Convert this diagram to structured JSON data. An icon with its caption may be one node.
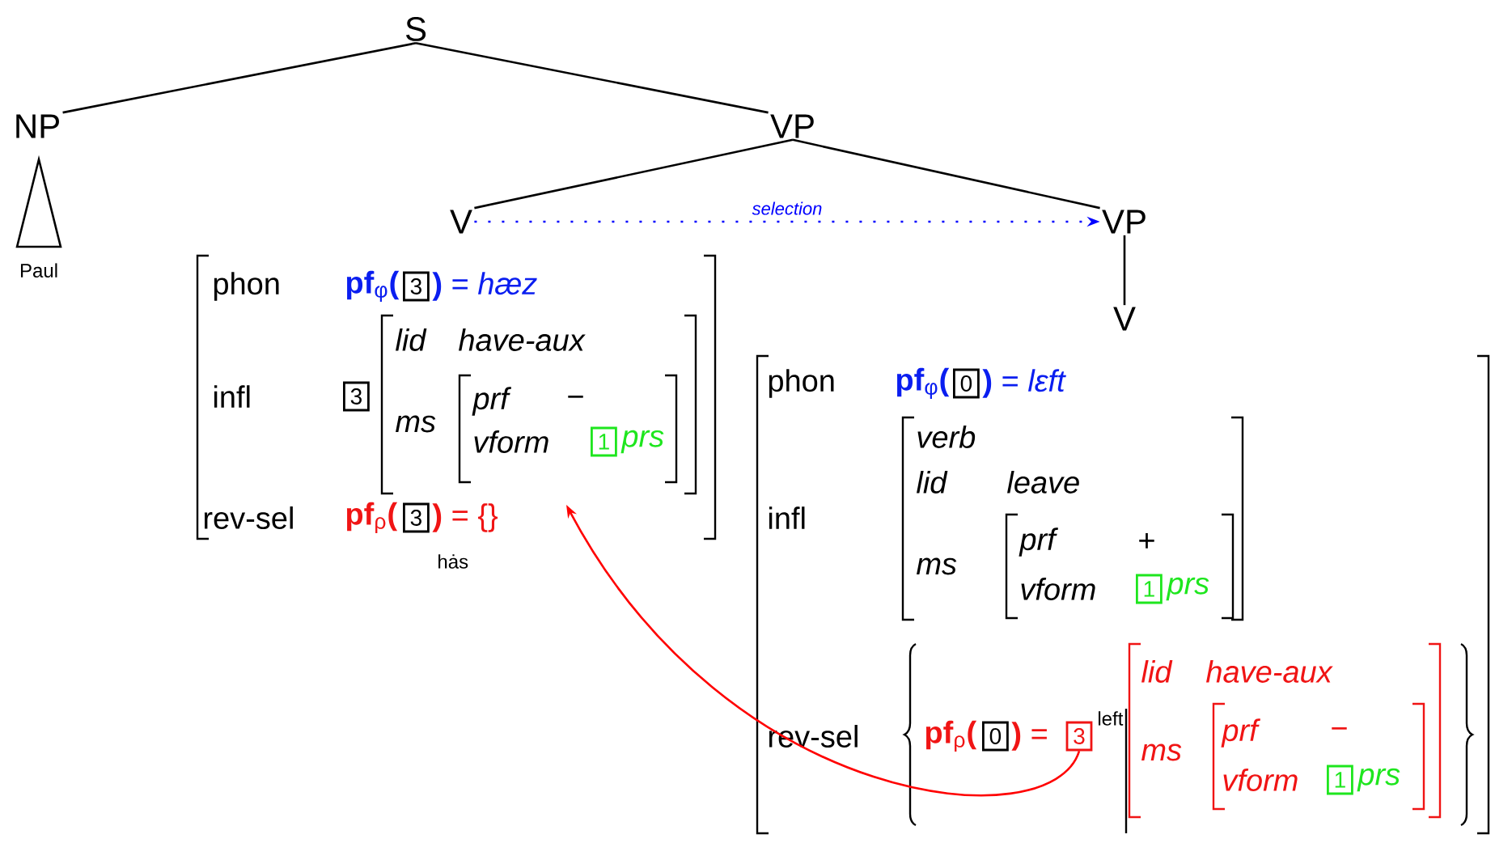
{
  "diagram": {
    "nodes": [
      {
        "text": [
          "S"
        ]
      },
      {
        "text": [
          "NP"
        ]
      },
      {
        "text": [
          "VP"
        ]
      },
      {
        "text": [],
        "shape": "triangle",
        "beside": [
          "Paul"
        ]
      },
      {
        "text": [
          "V"
        ]
      },
      {
        "text": [
          "VP"
        ]
      },
      {
        "text": [
          "V"
        ]
      },
      {
        "text": [
          "3"
        ]
      }
    ],
    "edges": [
      {
        "from": 0,
        "to": 1,
        "arrow": "none"
      },
      {
        "from": 0,
        "to": 2,
        "arrow": "none"
      },
      {
        "from": 2,
        "to": 4,
        "arrow": "none"
      },
      {
        "from": 2,
        "to": 5,
        "arrow": "none"
      },
      {
        "from": 5,
        "to": 6,
        "arrow": "none"
      },
      {
        "from": 4,
        "to": 5,
        "arrow": "to",
        "label": "selection",
        "style": "dashed",
        "color": "#0000ff"
      },
      {
        "from": 7,
        "to": null,
        "arrow": "to",
        "color": "#ff0000"
      }
    ],
    "labels": [
      "phon",
      "**pf**$_{φ}$**(**",
      "3",
      "**)** = *hæz*",
      "infl",
      "3",
      "lid",
      "have-aux",
      "ms",
      "prf",
      "−",
      "vform",
      "1",
      "prs",
      "rev-sel",
      "**pf**$_{ρ}$**(**",
      "3",
      "**)** = {}",
      "hȧs",
      "phon",
      "**pf**$_{φ}$**(**",
      "0",
      "**)** = *lɛft*",
      "infl",
      "verb",
      "lid",
      "leave",
      "ms",
      "prf",
      "+",
      "vform",
      "1",
      "prs",
      "rev-sel",
      "**pf**$_{ρ}$**(**",
      "0",
      "**)** =",
      "left",
      "lid",
      "have-aux",
      "ms",
      "prf",
      "−",
      "vform",
      "1",
      "prs"
    ]
  }
}
